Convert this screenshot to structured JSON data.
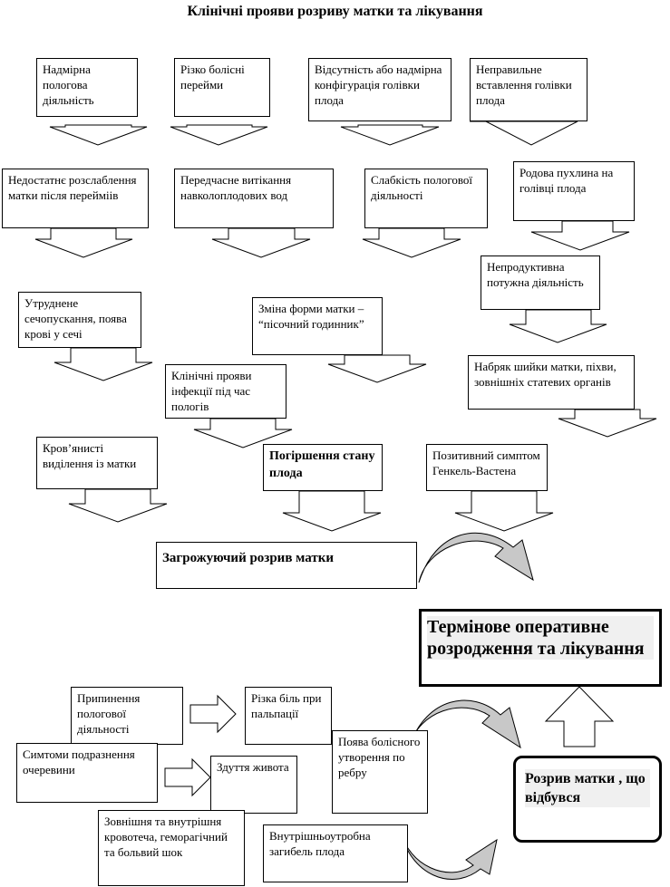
{
  "title": "Клінічні прояви розриву матки та лікування",
  "boxes": {
    "b1": "Надмірна пологова діяльність",
    "b2": "Різко болісні перейми",
    "b3": "Відсутність або надмірна конфігурація голівки плода",
    "b4": "Неправильне вставлення голівки плода",
    "b5": "Недостатнє розслаблення матки після перейміів",
    "b6": "Передчасне витікання навколоплодових вод",
    "b7": "Слабкість пологової діяльності",
    "b8": "Родова пухлина на голівці плода",
    "b9": "Непродуктивна потужна діяльність",
    "b10": "Утруднене сечопускання, поява крові у сечі",
    "b11": "Зміна форми матки – “пісочний годинник”",
    "b12": "Набряк шийки матки, піхви, зовнішніх статевих органів",
    "b13": "Клінічні прояви інфекції під час пологів",
    "b14": "Кров’янисті виділення із матки",
    "b15": "Погіршення стану плода",
    "b16": "Позитивний симптом Генкель-Вастена",
    "b17": "Загрожуючий розрив матки",
    "b18": "Термінове оперативне розродження та лікування",
    "b19": "Припинення пологової діяльності",
    "b20": "Різка біль при пальпації",
    "b21": "Симтоми подразнення очеревини",
    "b22": "Здуття живота",
    "b23": "Поява болісного утворення по ребру",
    "b24": "Зовнішня та внутрішня кровотеча, геморагічний та больвий шок",
    "b25": "Внутрішньоутробна загибель плода",
    "b26": "Розрив матки , що відбувся"
  }
}
